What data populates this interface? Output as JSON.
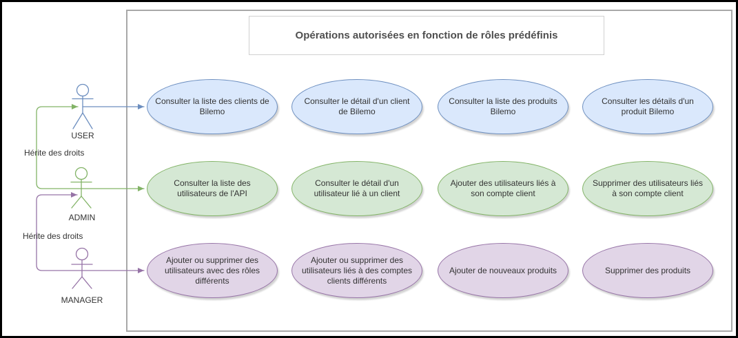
{
  "palette": {
    "blue": {
      "fill": "#dae8fc",
      "stroke": "#6c8ebf"
    },
    "green": {
      "fill": "#d5e8d4",
      "stroke": "#82b366"
    },
    "purple": {
      "fill": "#e1d5e7",
      "stroke": "#9673a6"
    },
    "frame_border": "#a8a8a8",
    "title_border": "#d0d0d0",
    "title_text": "#4f4f4f",
    "text": "#333333"
  },
  "diagram": {
    "title": "Opérations autorisées en fonction de rôles prédéfinis",
    "actors": [
      {
        "name": "USER",
        "color": "blue"
      },
      {
        "name": "ADMIN",
        "color": "green"
      },
      {
        "name": "MANAGER",
        "color": "purple"
      }
    ],
    "inheritance": [
      {
        "label": "Hérite des droits",
        "from": "ADMIN",
        "to": "USER"
      },
      {
        "label": "Hérite des droits",
        "from": "MANAGER",
        "to": "ADMIN"
      }
    ],
    "rows": [
      {
        "actor": "USER",
        "color": "blue",
        "usecases": [
          "Consulter la liste des clients de Bilemo",
          "Consulter le détail d'un client de Bilemo",
          "Consulter la liste des produits Bilemo",
          "Consulter les détails d'un produit Bilemo"
        ]
      },
      {
        "actor": "ADMIN",
        "color": "green",
        "usecases": [
          "Consulter la liste des utilisateurs de l'API",
          "Consulter le détail d'un utilisateur lié à un client",
          "Ajouter des utilisateurs liés à son compte client",
          "Supprimer des utilisateurs liés à son compte client"
        ]
      },
      {
        "actor": "MANAGER",
        "color": "purple",
        "usecases": [
          "Ajouter ou supprimer des utilisateurs avec des rôles différents",
          "Ajouter ou supprimer des utilisateurs liés à des comptes clients différents",
          "Ajouter de nouveaux produits",
          "Supprimer des produits"
        ]
      }
    ]
  }
}
